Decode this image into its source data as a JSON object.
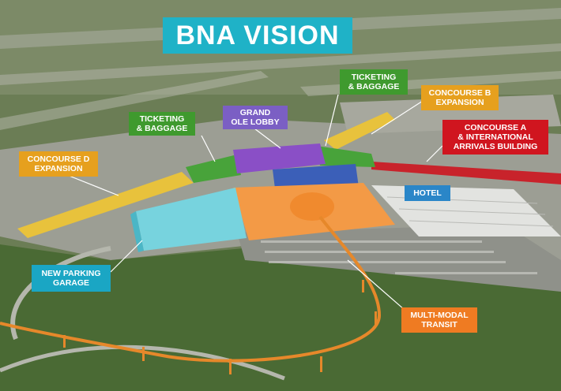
{
  "title": "BNA VISION",
  "callouts": {
    "ticketing_right": "TICKETING\n& BAGGAGE",
    "ticketing_left": "TICKETING\n& BAGGAGE",
    "grand_ole_lobby": "GRAND\nOLE LOBBY",
    "concourse_b": "CONCOURSE B\nEXPANSION",
    "concourse_a": "CONCOURSE A\n& INTERNATIONAL\nARRIVALS BUILDING",
    "concourse_d": "CONCOURSE D\nEXPANSION",
    "hotel": "HOTEL",
    "parking_garage": "NEW PARKING\nGARAGE",
    "transit": "MULTI-MODAL\nTRANSIT"
  },
  "colors": {
    "title": "#1fb2c7",
    "ticketing": "#3f9a2e",
    "lobby": "#7b5fc4",
    "concourse_yellow": "#e6a01e",
    "concourse_red": "#d0151f",
    "hotel": "#2a86c8",
    "garage": "#1aa6c4",
    "transit": "#ef7b22"
  }
}
